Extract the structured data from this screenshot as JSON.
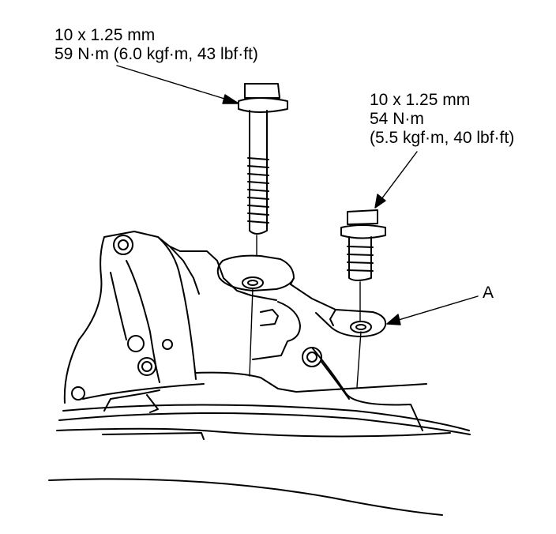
{
  "callouts": {
    "bolt_left": {
      "size": "10 x 1.25 mm",
      "torque": "59 N·m (6.0 kgf·m, 43 lbf·ft)"
    },
    "bolt_right": {
      "size": "10 x 1.25 mm",
      "torque": "54 N·m",
      "torque_alt": "(5.5 kgf·m, 40 lbf·ft)"
    },
    "part_a": "A"
  },
  "colors": {
    "ink": "#000000",
    "paper": "#ffffff"
  }
}
